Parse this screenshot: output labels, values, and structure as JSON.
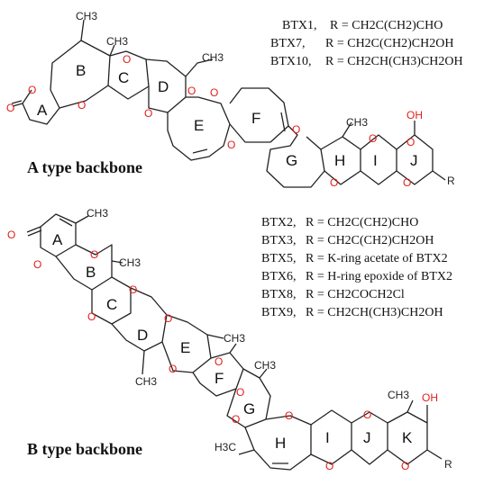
{
  "type_a": {
    "heading": "A type backbone",
    "rings": [
      "A",
      "B",
      "C",
      "D",
      "E",
      "F",
      "G",
      "H",
      "I",
      "J"
    ],
    "groups": {
      "methyl_1": "CH3",
      "methyl_2": "CH3",
      "methyl_3": "CH3",
      "methyl_4": "CH3",
      "hydroxyl": "OH",
      "r_group": "R"
    },
    "variants": [
      {
        "name": "BTX1,",
        "formula": "R = CH2C(CH2)CHO"
      },
      {
        "name": "BTX7,",
        "formula": "R = CH2C(CH2)CH2OH"
      },
      {
        "name": "BTX10,",
        "formula": "R = CH2CH(CH3)CH2OH"
      }
    ]
  },
  "type_b": {
    "heading": "B type backbone",
    "rings": [
      "A",
      "B",
      "C",
      "D",
      "E",
      "F",
      "G",
      "H",
      "I",
      "J",
      "K"
    ],
    "groups": {
      "methyl_top": "CH3",
      "methyl_b": "CH3",
      "methyl_d": "CH3",
      "methyl_e": "CH3",
      "methyl_f": "CH3",
      "methyl_h": "H3C",
      "methyl_k": "CH3",
      "hydroxyl": "OH",
      "r_group": "R"
    },
    "variants": [
      {
        "name": "BTX2,",
        "formula": "R = CH2C(CH2)CHO"
      },
      {
        "name": "BTX3,",
        "formula": "R = CH2C(CH2)CH2OH"
      },
      {
        "name": "BTX5,",
        "formula": "R = K-ring acetate of BTX2"
      },
      {
        "name": "BTX6,",
        "formula": "R = H-ring epoxide of BTX2"
      },
      {
        "name": "BTX8,",
        "formula": "R = CH2COCH2Cl"
      },
      {
        "name": "BTX9,",
        "formula": "R = CH2CH(CH3)CH2OH"
      }
    ]
  },
  "atoms": {
    "oxygen": "O"
  },
  "colors": {
    "oxygen": "#e0201b",
    "bond": "#222222"
  }
}
